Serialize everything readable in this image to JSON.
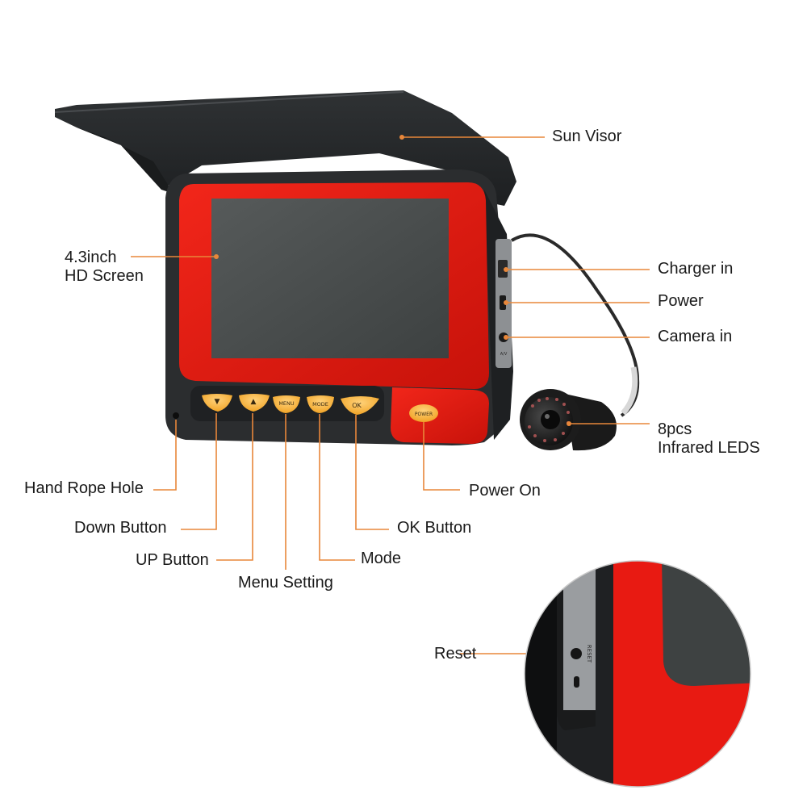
{
  "device": {
    "buttons": {
      "down_glyph": "▼",
      "up_glyph": "▲",
      "menu": "MENU",
      "mode": "MODE",
      "ok": "OK",
      "power": "POWER"
    },
    "side_port_label": "A/V",
    "reset_port_label": "RESET"
  },
  "callouts": {
    "sun_visor": "Sun Visor",
    "screen": {
      "line1": "4.3inch",
      "line2": "HD Screen"
    },
    "charger_in": "Charger in",
    "power": "Power",
    "camera_in": "Camera in",
    "leds": {
      "line1": "8pcs",
      "line2": "Infrared LEDS"
    },
    "power_on": "Power On",
    "hand_rope_hole": "Hand Rope Hole",
    "down_button": "Down Button",
    "ok_button": "OK Button",
    "up_button": "UP Button",
    "mode": "Mode",
    "menu_setting": "Menu Setting",
    "reset": "Reset"
  },
  "colors": {
    "leader_line": "#e8873a",
    "bezel_red": "#e81a12",
    "bezel_dark_red": "#b30d08",
    "housing": "#2a2c2e",
    "screen": "#4a4e4e",
    "button_orange": "#f5a623",
    "label_text": "#1a1a1a"
  }
}
